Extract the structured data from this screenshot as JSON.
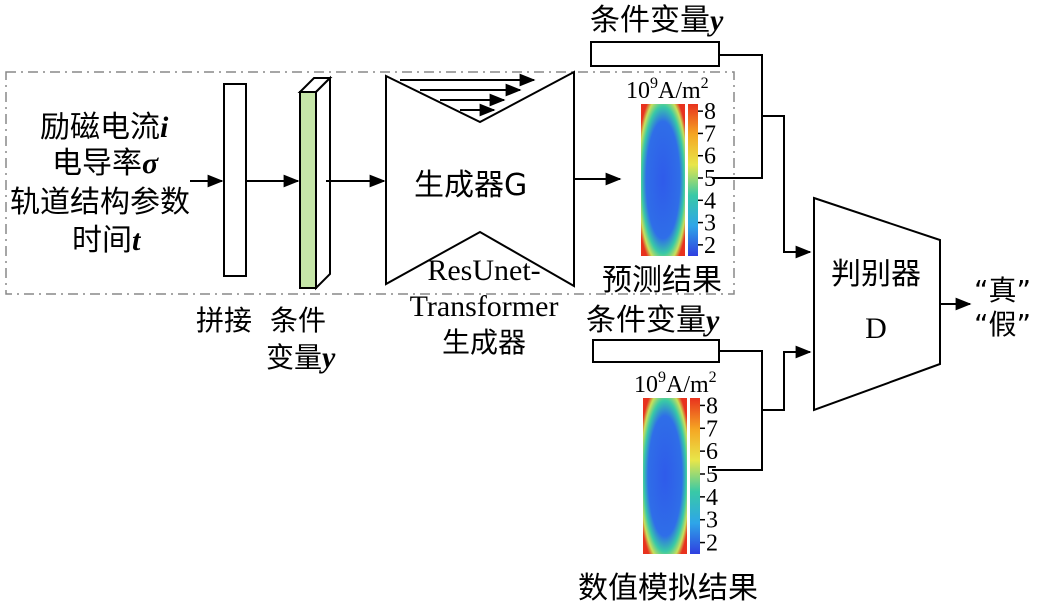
{
  "inputs": {
    "line1_text": "励磁电流",
    "line1_var": "i",
    "line2_text": "电导率",
    "line2_var": "σ",
    "line3_text": "轨道结构参数",
    "line4_text": "时间",
    "line4_var": "t"
  },
  "concat_label": "拼接",
  "cond_vector_label_a": "条件",
  "cond_vector_label_b": "变量",
  "cond_vector_var": "y",
  "generator": {
    "label": "生成器G",
    "name_line1": "ResUnet-",
    "name_line2": "Transformer",
    "name_line3": "生成器"
  },
  "predicted": {
    "cond_label": "条件变量",
    "cond_var": "y",
    "unit_base": "10",
    "unit_exp": "9",
    "unit_rest": "A/m",
    "unit_sq": "2",
    "caption": "预测结果"
  },
  "numerical": {
    "cond_label": "条件变量",
    "cond_var": "y",
    "unit_base": "10",
    "unit_exp": "9",
    "unit_rest": "A/m",
    "unit_sq": "2",
    "caption": "数值模拟结果"
  },
  "colorbar_ticks": [
    "8",
    "7",
    "6",
    "5",
    "4",
    "3",
    "2"
  ],
  "discriminator": {
    "label": "判别器",
    "name": "D"
  },
  "outputs": {
    "real": "“真”",
    "fake": "“假”"
  },
  "colors": {
    "cond_vector_fill": "#c6e6a8",
    "field_high": "#e8321e",
    "field_mid": "#39c9a6",
    "field_low": "#2f5bea"
  }
}
